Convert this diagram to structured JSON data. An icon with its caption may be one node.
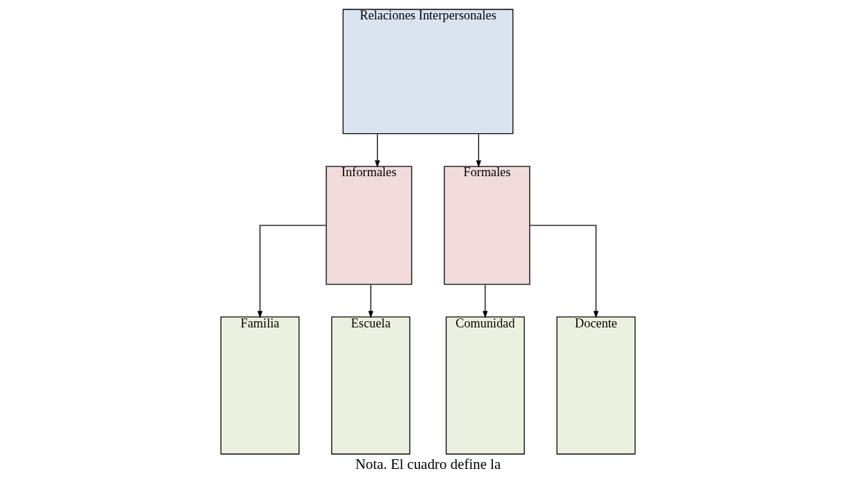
{
  "diagram": {
    "caption": "Nota. El cuadro define la",
    "nodes": [
      {
        "text": [
          "Relaciones Interpersonales"
        ]
      },
      {
        "text": [
          "Informales"
        ]
      },
      {
        "text": [
          "Formales"
        ]
      },
      {
        "text": [
          "Familia"
        ]
      },
      {
        "text": [
          "Escuela"
        ]
      },
      {
        "text": [
          "Comunidad"
        ]
      },
      {
        "text": [
          "Docente"
        ]
      }
    ],
    "edges": [
      {
        "from": 0,
        "to": 1,
        "arrow": "to"
      },
      {
        "from": 0,
        "to": 2,
        "arrow": "to"
      },
      {
        "from": 1,
        "to": 3,
        "arrow": "to"
      },
      {
        "from": 1,
        "to": 4,
        "arrow": "to"
      },
      {
        "from": 2,
        "to": 5,
        "arrow": "to"
      },
      {
        "from": 2,
        "to": 6,
        "arrow": "to"
      }
    ]
  }
}
